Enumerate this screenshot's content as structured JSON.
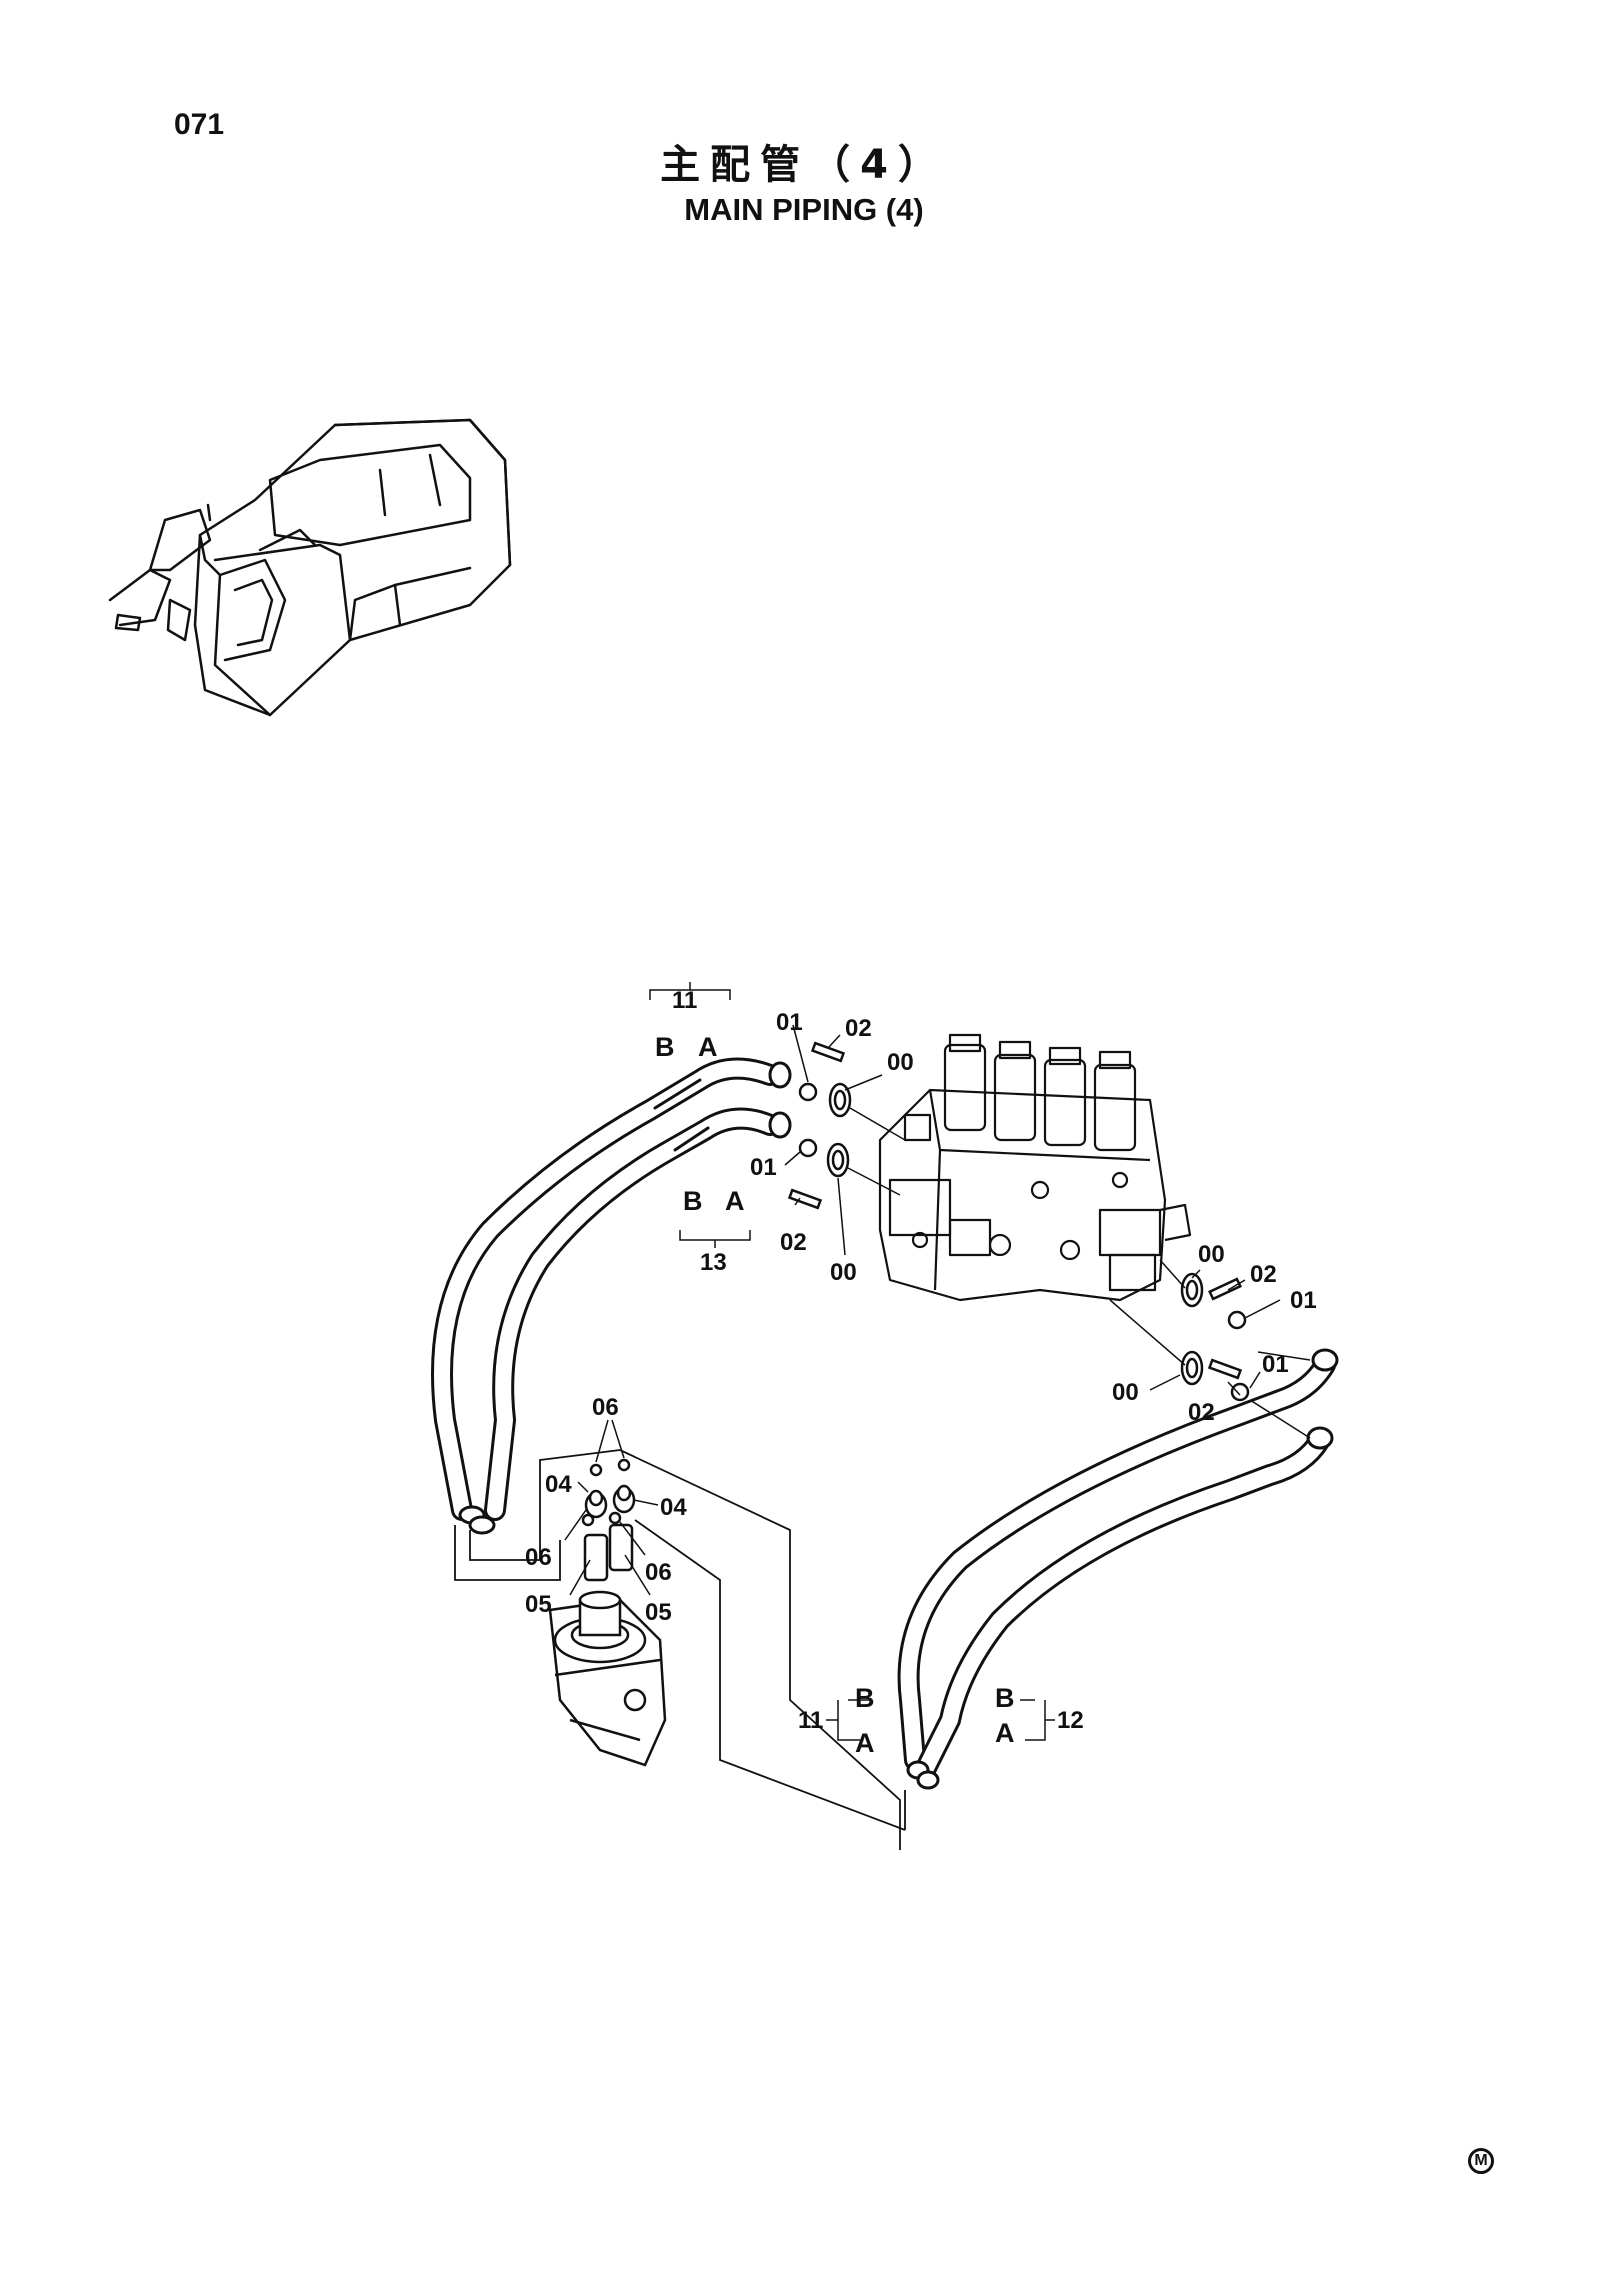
{
  "page": {
    "number": "071",
    "title_jp": "主配管（4）",
    "title_en": "MAIN PIPING (4)",
    "mark_symbol": "M"
  },
  "callouts": {
    "hose_11_top": "11",
    "hose_11_top_b": "B",
    "hose_11_top_a": "A",
    "hose_13": "13",
    "hose_13_b": "B",
    "hose_13_a": "A",
    "c01_a": "01",
    "c02_a": "02",
    "c00_a": "00",
    "c01_b": "01",
    "c02_b": "02",
    "c00_b": "00",
    "c00_c": "00",
    "c02_c": "02",
    "c01_c": "01",
    "c00_d": "00",
    "c01_d": "01",
    "c02_d": "02",
    "c06_top": "06",
    "c04_left": "04",
    "c04_right": "04",
    "c06_left": "06",
    "c06_right": "06",
    "c05_left": "05",
    "c05_right": "05",
    "hose_11_bottom": "11",
    "hose_11_bottom_b": "B",
    "hose_11_bottom_a": "A",
    "hose_12": "12",
    "hose_12_b": "B",
    "hose_12_a": "A"
  }
}
